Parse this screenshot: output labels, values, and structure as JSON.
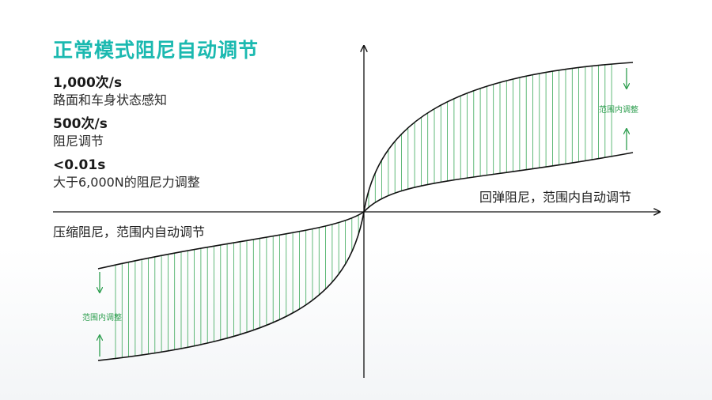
{
  "title": "正常模式阻尼自动调节",
  "stats": [
    {
      "value": "1,000次/s",
      "desc": "路面和车身状态感知"
    },
    {
      "value": "500次/s",
      "desc": "阻尼调节"
    },
    {
      "value": "<0.01s",
      "desc": "大于6,000N的阻尼力调整"
    }
  ],
  "labels": {
    "rebound": "回弹阻尼，范围内自动调节",
    "compression": "压缩阻尼，范围内自动调节",
    "range_note_upper": "范围内调整",
    "range_note_lower": "范围内调整"
  },
  "colors": {
    "title": "#1bb9b0",
    "hatch": "#3aa858",
    "arrow": "#2e9e4f",
    "curve": "#111111"
  }
}
